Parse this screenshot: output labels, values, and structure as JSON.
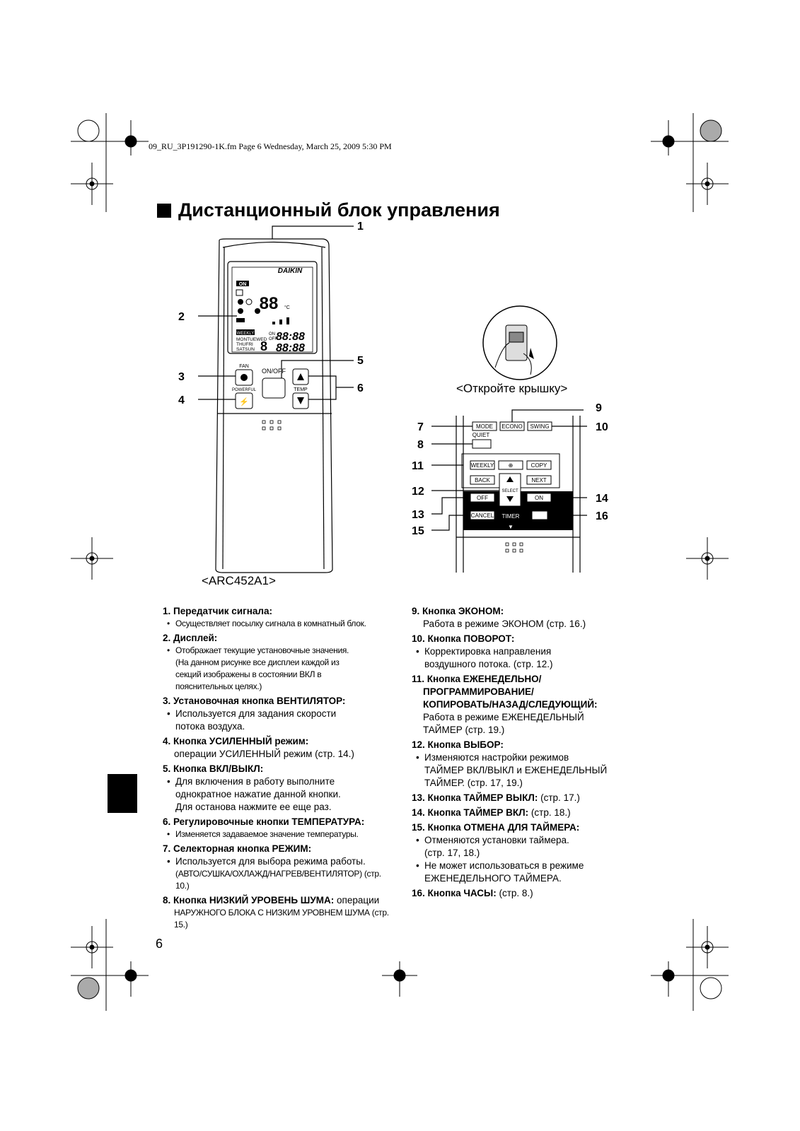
{
  "header": {
    "file_line": "09_RU_3P191290-1K.fm  Page 6  Wednesday, March 25, 2009  5:30 PM"
  },
  "title": "Дистанционный блок управления",
  "page_number": "6",
  "figure_left": {
    "caption": "<ARC452A1>",
    "brand": "DAIKIN",
    "display": {
      "on": "ON",
      "digits": "88",
      "unit": "°C",
      "weekly": "WEEKLY",
      "days_1": "MONTUEWED",
      "days_2": "THUFRI",
      "days_3": "SATSUN",
      "on_label": "ON",
      "off_label": "OFF",
      "time_1": "88:88",
      "time_2": "88:88"
    },
    "buttons": {
      "fan": "FAN",
      "onoff": "ON/OFF",
      "powerful": "POWERFUL",
      "temp": "TEMP"
    },
    "callouts": [
      "1",
      "2",
      "3",
      "4",
      "5",
      "6"
    ]
  },
  "figure_right": {
    "open_cover": "<Откройте крышку>",
    "buttons": {
      "mode": "MODE",
      "econo": "ECONO",
      "swing": "SWING",
      "quiet": "QUIET",
      "weekly": "WEEKLY",
      "copy": "COPY",
      "back": "BACK",
      "next": "NEXT",
      "select": "SELECT",
      "off": "OFF",
      "on": "ON",
      "cancel": "CANCEL",
      "timer": "TIMER"
    },
    "callouts": [
      "7",
      "8",
      "9",
      "10",
      "11",
      "12",
      "13",
      "14",
      "15",
      "16"
    ]
  },
  "left_column": [
    {
      "head": "1. Передатчик сигнала:",
      "lines": [
        {
          "bullet": true,
          "cond": true,
          "text": "Осуществляет посылку сигнала в комнатный блок."
        }
      ]
    },
    {
      "head": "2. Дисплей:",
      "lines": [
        {
          "bullet": true,
          "cond": true,
          "text": "Отображает текущие установочные значения."
        },
        {
          "bullet": false,
          "cond": true,
          "text": "(На данном рисунке все дисплеи каждой из"
        },
        {
          "bullet": false,
          "cond": true,
          "text": "секций изображены в состоянии ВКЛ в"
        },
        {
          "bullet": false,
          "cond": true,
          "text": "пояснительных целях.)"
        }
      ]
    },
    {
      "head": "3. Установочная кнопка ВЕНТИЛЯТОР:",
      "lines": [
        {
          "bullet": true,
          "cond": false,
          "text": "Используется для задания скорости"
        },
        {
          "bullet": false,
          "cond": false,
          "text": "потока воздуха."
        }
      ]
    },
    {
      "head": "4. Кнопка УСИЛЕННЫЙ режим:",
      "lines": [
        {
          "bullet": false,
          "plain": true,
          "cond": false,
          "text": "операции УСИЛЕННЫЙ режим (стр. 14.)"
        }
      ]
    },
    {
      "head": "5. Кнопка ВКЛ/ВЫКЛ:",
      "lines": [
        {
          "bullet": true,
          "cond": false,
          "text": "Для включения в работу выполните"
        },
        {
          "bullet": false,
          "cond": false,
          "text": "однократное нажатие данной кнопки."
        },
        {
          "bullet": false,
          "cond": false,
          "text": "Для останова нажмите ее еще раз."
        }
      ]
    },
    {
      "head": "6. Регулировочные кнопки ТЕМПЕРАТУРА:",
      "lines": [
        {
          "bullet": true,
          "cond": true,
          "text": "Изменяется задаваемое значение температуры."
        }
      ]
    },
    {
      "head": "7. Селекторная кнопка РЕЖИМ:",
      "lines": [
        {
          "bullet": true,
          "cond": false,
          "text": "Используется для выбора режима работы."
        },
        {
          "bullet": false,
          "cond": true,
          "text": "(АВТО/СУШКА/ОХЛАЖД/НАГРЕВ/ВЕНТИЛЯТОР) (стр. 10.)"
        }
      ]
    },
    {
      "head": "8. Кнопка НИЗКИЙ УРОВЕНЬ ШУМА:",
      "inline": "операции",
      "lines": [
        {
          "bullet": false,
          "plain": true,
          "cond": true,
          "text": "НАРУЖНОГО БЛОКА С НИЗКИМ УРОВНЕМ ШУМА (стр. 15.)"
        }
      ]
    }
  ],
  "right_column": [
    {
      "head": "9. Кнопка ЭКОНОМ:",
      "lines": [
        {
          "bullet": false,
          "plain": true,
          "text": "Работа в режиме ЭКОНОМ (стр. 16.)"
        }
      ]
    },
    {
      "head": "10. Кнопка ПОВОРОТ:",
      "lines": [
        {
          "bullet": true,
          "text": "Корректировка направления"
        },
        {
          "bullet": false,
          "text": "воздушного потока. (стр. 12.)"
        }
      ]
    },
    {
      "head": "11. Кнопка ЕЖЕНЕДЕЛЬНО/",
      "lines": [
        {
          "bullet": false,
          "bold": true,
          "text": "ПРОГРАММИРОВАНИЕ/"
        },
        {
          "bullet": false,
          "bold": true,
          "text": "КОПИРОВАТЬ/НАЗАД/СЛЕДУЮЩИЙ:"
        },
        {
          "bullet": false,
          "plain": true,
          "text": "Работа в режиме ЕЖЕНЕДЕЛЬНЫЙ"
        },
        {
          "bullet": false,
          "plain": true,
          "text": "ТАЙМЕР (стр. 19.)"
        }
      ]
    },
    {
      "head": "12. Кнопка ВЫБОР:",
      "lines": [
        {
          "bullet": true,
          "text": "Изменяются настройки режимов"
        },
        {
          "bullet": false,
          "text": "ТАЙМЕР ВКЛ/ВЫКЛ и ЕЖЕНЕДЕЛЬНЫЙ"
        },
        {
          "bullet": false,
          "text": "ТАЙМЕР. (стр. 17, 19.)"
        }
      ]
    },
    {
      "head": "13. Кнопка ТАЙМЕР ВЫКЛ:",
      "inline": "(стр. 17.)",
      "lines": []
    },
    {
      "head": "14. Кнопка ТАЙМЕР ВКЛ:",
      "inline": "(стр. 18.)",
      "lines": []
    },
    {
      "head": "15. Кнопка ОТМЕНА ДЛЯ ТАЙМЕРА:",
      "lines": [
        {
          "bullet": true,
          "text": "Отменяются установки таймера."
        },
        {
          "bullet": false,
          "text": "(стр. 17, 18.)"
        },
        {
          "bullet": true,
          "text": "Не может использоваться в режиме"
        },
        {
          "bullet": false,
          "text": "ЕЖЕНЕДЕЛЬНОГО ТАЙМЕРА."
        }
      ]
    },
    {
      "head": "16. Кнопка ЧАСЫ:",
      "inline": "(стр. 8.)",
      "lines": []
    }
  ]
}
